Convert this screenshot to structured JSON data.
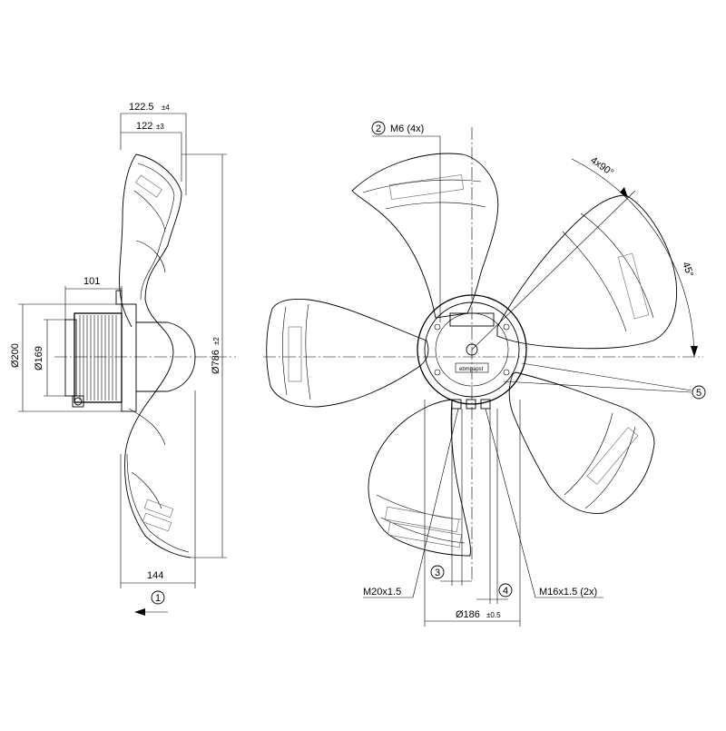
{
  "side_view": {
    "dim_overall_depth": "122.5",
    "dim_overall_depth_tol": "±4",
    "dim_blade_depth": "122",
    "dim_blade_depth_tol": "±3",
    "dim_motor_depth": "101",
    "dim_dia_200": "Ø200",
    "dim_dia_169": "Ø169",
    "dim_dia_786": "Ø786",
    "dim_dia_786_tol": "±2",
    "dim_bottom": "144",
    "callout_1": "1"
  },
  "front_view": {
    "callout_2": "2",
    "label_m6": "M6 (4x)",
    "angle_4x90": "4x90°",
    "angle_45": "45°",
    "callout_5": "5",
    "label_m20": "M20x1.5",
    "callout_3": "3",
    "callout_4": "4",
    "label_m16": "M16x1.5 (2x)",
    "dim_dia_186": "Ø186",
    "dim_dia_186_tol": "±0.5",
    "hub_brand": "ebmpapst"
  }
}
